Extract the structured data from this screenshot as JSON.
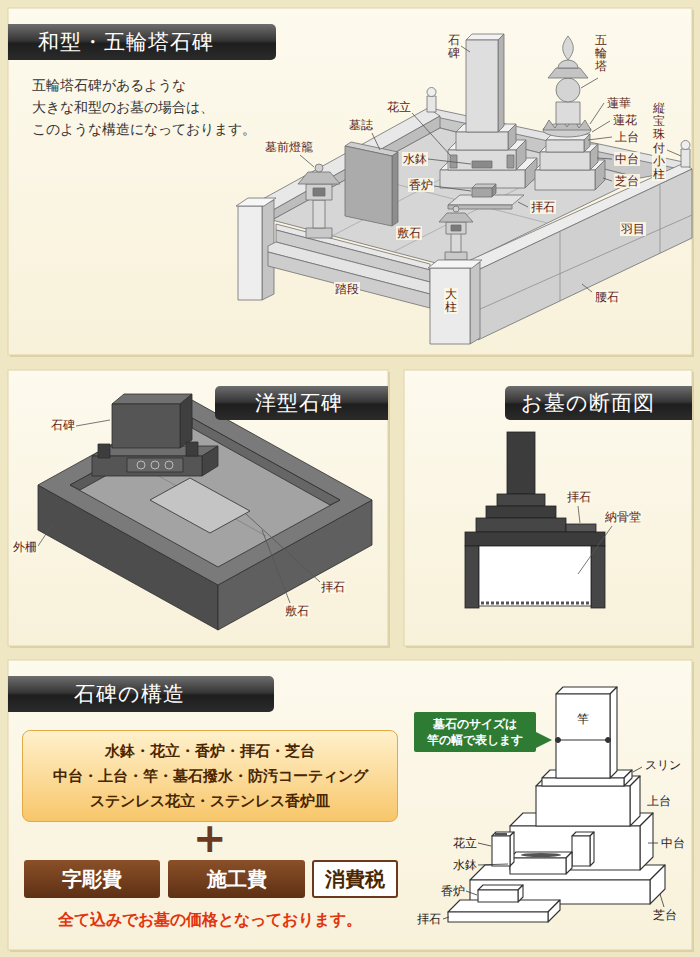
{
  "diagram": {
    "nodes": [
      {
        "text": [
          "和型・五輪塔石碑"
        ]
      },
      {
        "text": [
          "洋型石碑"
        ]
      },
      {
        "text": [
          "お墓の断面図"
        ]
      },
      {
        "text": [
          "石碑の構造"
        ]
      },
      {
        "text": [
          "水鉢・花立・香炉・拝石・芝台 中台・上台・竿・墓石撥水・防汚コーティング ステンレス花立・ステンレス香炉皿"
        ]
      },
      {
        "text": [
          "字彫費"
        ]
      },
      {
        "text": [
          "施工費"
        ]
      },
      {
        "text": [
          "消費税"
        ]
      },
      {
        "text": [
          "墓石のサイズは 竿の幅で表します"
        ]
      }
    ],
    "labels": [
      "五輪塔石碑があるような 大きな和型のお墓の場合は、 このような構造になっております。",
      "石碑",
      "五輪塔",
      "蓮華",
      "蓮花",
      "墓誌",
      "花立",
      "上台",
      "墓前燈籠",
      "水鉢",
      "中台",
      "縦宝珠付小柱",
      "香炉",
      "芝台",
      "拝石",
      "敷石",
      "羽目",
      "腰石",
      "踏段",
      "大柱",
      "石碑",
      "外柵",
      "拝石",
      "敷石",
      "拝石",
      "納骨堂",
      "+",
      "全て込みでお墓の価格となっております。",
      "竿",
      "スリン",
      "上台",
      "中台",
      "花立",
      "水鉢",
      "香炉",
      "芝台",
      "拝石"
    ]
  }
}
